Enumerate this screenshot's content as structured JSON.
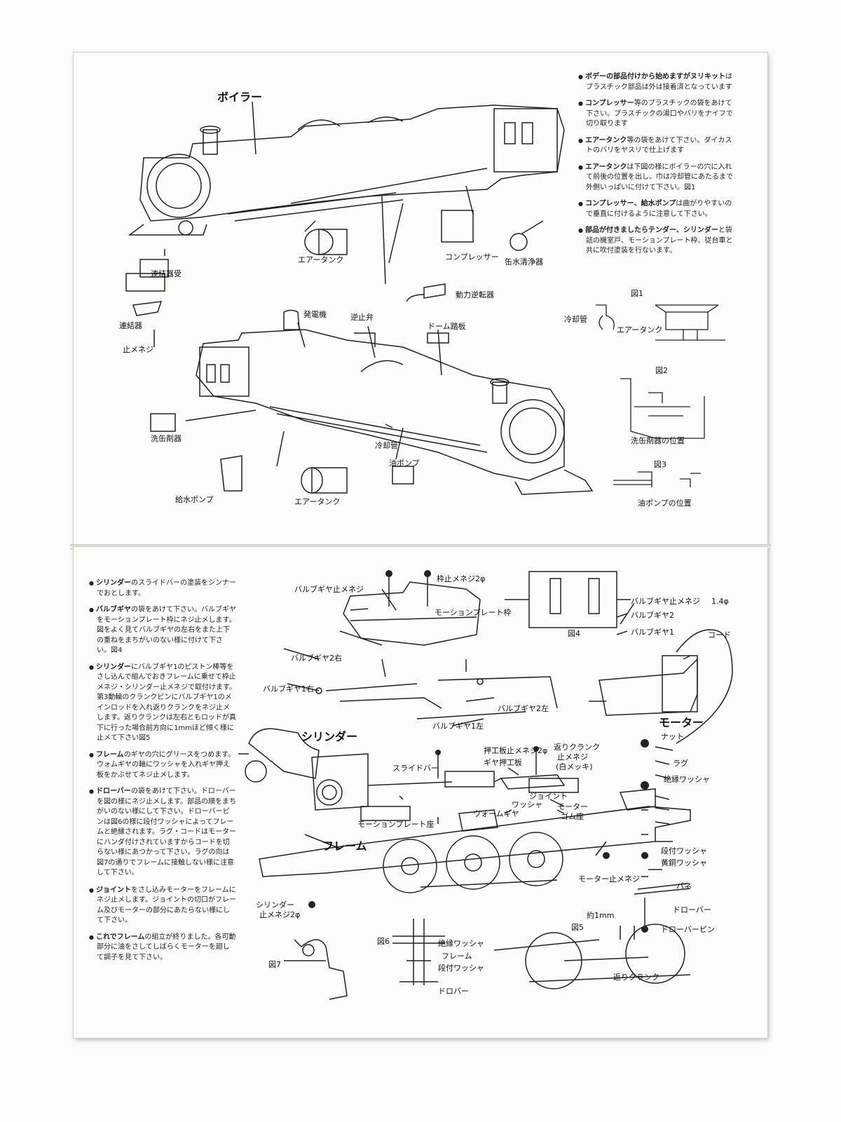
{
  "top_notes": [
    {
      "lead": "ボデーの部品付けから始めますがヌリキット",
      "rest": "はプラスチック部品は外は接着済となっています"
    },
    {
      "lead": "コンプレッサー",
      "rest": "等のプラスチックの袋をあけて下さい。プラスチックの湯口やバリをナイフで切り取ります"
    },
    {
      "lead": "エアータンク",
      "rest": "等の袋をあけて下さい。ダイカストのバリをヤスリで仕上げます"
    },
    {
      "lead": "エアータンク",
      "rest": "は下図の様にボイラーの穴に入れて前後の位置を出し、巾は冷却管にあたるまで外側いっぱいに付けて下さい。図1"
    },
    {
      "lead": "コンプレッサー、給水ポンプ",
      "rest": "は曲がりやすいので垂直に付けるように注意して下さい。"
    },
    {
      "lead": "部品が付きましたらテンダー、シリンダー",
      "rest": "と袋詰の機室戸、モーションプレート枠、従台車と共に吹付塗装を行ないます。"
    }
  ],
  "top_labels": {
    "boiler": "ボイラー",
    "air_tank_1": "エアータンク",
    "compressor": "コンプレッサー",
    "can_cleaner": "缶水清浄器",
    "coupler_receiver": "連結器受",
    "power_reverser": "動力逆転器",
    "coupler": "連結器",
    "stop_screw": "止メネジ",
    "generator": "発電機",
    "check_valve": "逆止弁",
    "dome_footplate": "ドーム踏板",
    "can_cleaner_2": "洗缶剤器",
    "cooling_pipe": "冷却管",
    "oil_pump": "油ポンプ",
    "air_tank_2": "エアータンク",
    "feed_pump": "給水ポンプ"
  },
  "top_figures": {
    "fig1": "図1",
    "fig1_cooling": "冷却管",
    "fig1_tank": "エアータンク",
    "fig2": "図2",
    "fig2_caption": "洗缶剤器の位置",
    "fig3": "図3",
    "fig3_caption": "油ポンプの位置"
  },
  "bottom_notes": [
    {
      "lead": "シリンダー",
      "rest": "のスライドバーの塗装をシンナーでおとします。"
    },
    {
      "lead": "バルブギヤ",
      "rest": "の袋をあけて下さい。バルブギヤをモーションプレート枠にネジ止メします。図をよく見てバルブギヤの左右をまた上下の重ねをまちがいのない様に付けて下さい。図4"
    },
    {
      "lead": "シリンダー",
      "rest": "にバルブギヤ1のピストン棒等をさし込んで組んでおきフレームに乗せて枠止メネジ・シリンダー止メネジで取付けます。第3動輪のクランクピンにバルブギヤ1のメインロッドを入れ返りクランクをネジ止メします。返りクランクは左右ともロッドが真下に行った場合前方向に1mmほど傾く様に止メて下さい図5"
    },
    {
      "lead": "フレーム",
      "rest": "のギヤの穴にグリースをつめます。ウォムギヤの軸にワッシャを入れギヤ押え板をかぶせてネジ止メします。"
    },
    {
      "lead": "ドローバー",
      "rest": "の袋をあけて下さい。ドローバーを図の様にネジ止メします。部品の順をまちがいのない様にして下さい。ドローバーピンは図6の様に段付ワッシャによってフレームと絶縁されます。ラグ・コードはモーターにハンダ付けされていますからコードを切らない様にあつかって下さい。ラグの向は図7の通りでフレームに接触しない様に注意して下さい。"
    },
    {
      "lead": "ジョイント",
      "rest": "をさし込みモーターをフレームにネジ止メします。ジョイントの切口がフレーム及びモーターの部分にあたらない様にして下さい。"
    },
    {
      "lead": "これでフレーム",
      "rest": "の組立が終りました。各可動部分に油をさしてしばらくモーターを廻して調子を見て下さい。"
    }
  ],
  "bottom_labels": {
    "valve_gear_stop_screw": "バルブギヤ止メネジ",
    "frame_stop_screw": "枠止メネジ2φ",
    "motion_plate_frame": "モーションプレート枠",
    "valve_gear_2_right": "バルブギヤ2右",
    "valve_gear_1_right": "バルブギヤ1右",
    "valve_gear_2_left": "バルブギヤ2左",
    "valve_gear_1_left": "バルブギヤ1左",
    "cylinder": "シリンダー",
    "pusher_screw": "押工板止メネジ2φ",
    "gear_pusher": "ギヤ押工板",
    "slide_bar": "スライドバー",
    "return_crank": "返りクランク",
    "stop_screw_white": "止メネジ",
    "white_plating": "(白メッキ)",
    "joint": "ジョイント",
    "washer": "ワッシャ",
    "worm_gear": "ウォームギヤ",
    "motion_plate_seat": "モーションプレート座",
    "frame": "フレーム",
    "motor": "モーター",
    "motor_rubber": "モーター",
    "rubber_seat": "ゴム座",
    "motor_stop_screw": "モーター止メネジ",
    "cylinder_stop_screw_1": "シリンダー",
    "cylinder_stop_screw_2": "止メネジ2φ",
    "nut": "ナット",
    "lug": "ラグ",
    "insulating_washer": "絶縁ワッシャ",
    "stepped_washer": "段付ワッシャ",
    "brass_washer": "黄銅ワッシャ",
    "spring": "バネ",
    "drawbar": "ドローバー",
    "drawbar_pin": "ドローバーピン",
    "cord": "コード",
    "valve_gear_stop_screw_2": "バルブギヤ止メネジ",
    "size_14": "1.4φ",
    "valve_gear_2": "バルブギヤ2",
    "valve_gear_1": "バルブギヤ1"
  },
  "bottom_figures": {
    "fig4": "図4",
    "fig5": "図5",
    "fig5_dim": "約1mm",
    "fig5_crank": "返りクランク",
    "fig6": "図6",
    "fig6_insulating": "絶縁ワッシャ",
    "fig6_frame": "フレーム",
    "fig6_stepped": "段付ワッシャ",
    "fig6_drawbar": "ドロバー",
    "fig7": "図7"
  }
}
